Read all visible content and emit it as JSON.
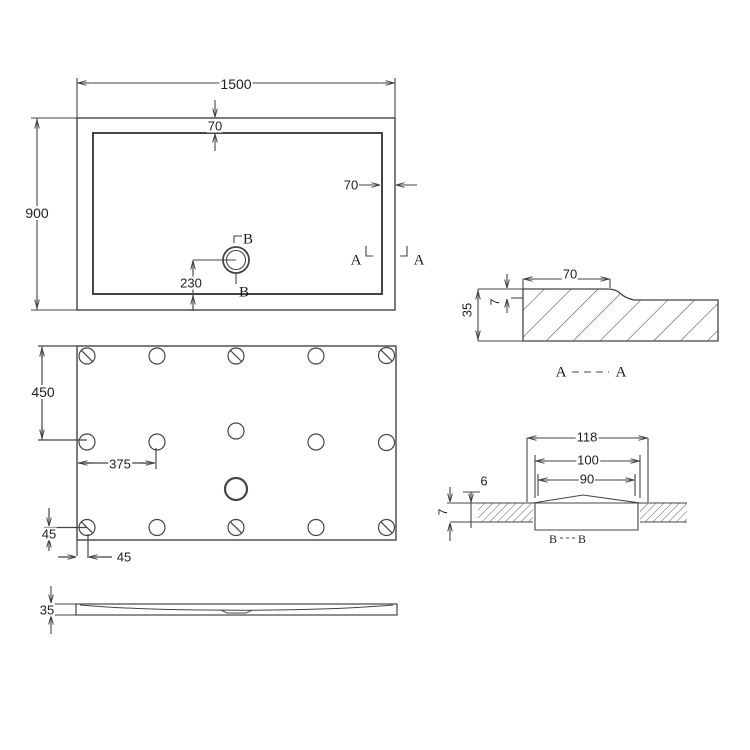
{
  "drawing": {
    "plan": {
      "width_mm": "1500",
      "rim_top_mm": "70",
      "height_mm": "900",
      "rim_side_mm": "70",
      "drain_offset_mm": "230",
      "mark_b": "B",
      "mark_a": "A"
    },
    "underside": {
      "row_spacing_mm": "450",
      "col_spacing_mm": "375",
      "edge_offset_v_mm": "45",
      "edge_offset_h_mm": "45"
    },
    "side_profile": {
      "thickness_mm": "35"
    },
    "section_aa": {
      "rim_width_mm": "70",
      "lip_height_mm": "7",
      "total_height_mm": "35",
      "label_a": "A"
    },
    "section_bb": {
      "outer_mm": "118",
      "mid_mm": "100",
      "inner_mm": "90",
      "cover_height_mm": "6",
      "floor_mm": "7",
      "label_b": "B"
    },
    "colors": {
      "line": "#454545",
      "text": "#1e1e1e",
      "background": "#ffffff"
    }
  }
}
